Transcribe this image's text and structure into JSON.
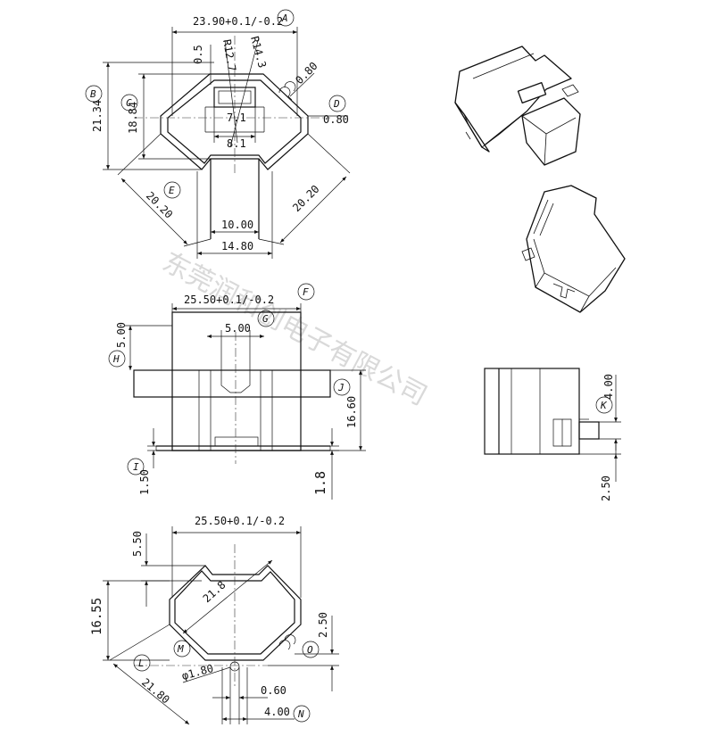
{
  "watermark": "东莞润和创电子有限公司",
  "top_view": {
    "dim_width": "23.90+0.1/-0.2",
    "radius_1": "R12.7",
    "radius_2": "R14.3",
    "dim_05": "0.5",
    "dim_080_a": "0.80",
    "dim_080_b": "0.80",
    "dim_2134": "21.34",
    "dim_1884": "18.84",
    "dim_71": "7.1",
    "dim_81": "8.1",
    "dim_2020_a": "20.20",
    "dim_2020_b": "20.20",
    "dim_1000": "10.00",
    "dim_1480": "14.80",
    "callouts": {
      "A": "A",
      "B": "B",
      "C": "C",
      "D": "D",
      "E": "E"
    }
  },
  "front_view": {
    "dim_width": "25.50+0.1/-0.2",
    "dim_500_w": "5.00",
    "dim_500_h": "5.00",
    "dim_1660": "16.60",
    "dim_150": "1.50",
    "dim_18": "1.8",
    "callouts": {
      "F": "F",
      "G": "G",
      "H": "H",
      "I": "I",
      "J": "J"
    }
  },
  "side_view": {
    "dim_400": "4.00",
    "dim_250": "2.50",
    "callouts": {
      "K": "K"
    }
  },
  "bottom_view": {
    "dim_width": "25.50+0.1/-0.2",
    "dim_550": "5.50",
    "dim_218_diag": "21.8",
    "dim_1655": "16.55",
    "dim_250": "2.50",
    "dim_phi": "φ1.80",
    "dim_2180": "21.80",
    "dim_060": "0.60",
    "dim_400": "4.00",
    "callouts": {
      "L": "L",
      "M": "M",
      "N": "N",
      "O": "O"
    }
  }
}
